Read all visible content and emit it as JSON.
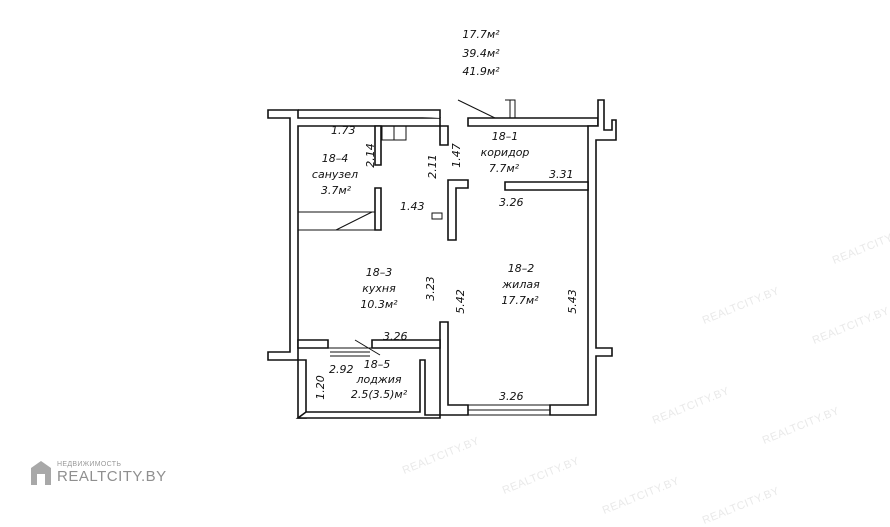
{
  "totals": {
    "living": "17.7м²",
    "area": "39.4м²",
    "total": "41.9м²"
  },
  "rooms": {
    "corridor": {
      "id": "18–1",
      "name": "коридор",
      "area": "7.7м²"
    },
    "living": {
      "id": "18–2",
      "name": "жилая",
      "area": "17.7м²"
    },
    "kitchen": {
      "id": "18–3",
      "name": "кухня",
      "area": "10.3м²"
    },
    "bath": {
      "id": "18–4",
      "name": "санузел",
      "area": "3.7м²"
    },
    "loggia": {
      "id": "18–5",
      "name": "лоджия",
      "area": "2.5(3.5)м²"
    }
  },
  "dims": {
    "d173": "1.73",
    "d214": "2.14",
    "d211": "2.11",
    "d147": "1.47",
    "d331": "3.31",
    "d326a": "3.26",
    "d143": "1.43",
    "d323": "3.23",
    "d542": "5.42",
    "d543": "5.43",
    "d326b": "3.26",
    "d292": "2.92",
    "d120": "1.20",
    "d326c": "3.26"
  },
  "watermark": {
    "small": "НЕДВИЖИМОСТЬ",
    "big": "REALTCITY.BY",
    "tile": "REALTCITY.BY"
  }
}
